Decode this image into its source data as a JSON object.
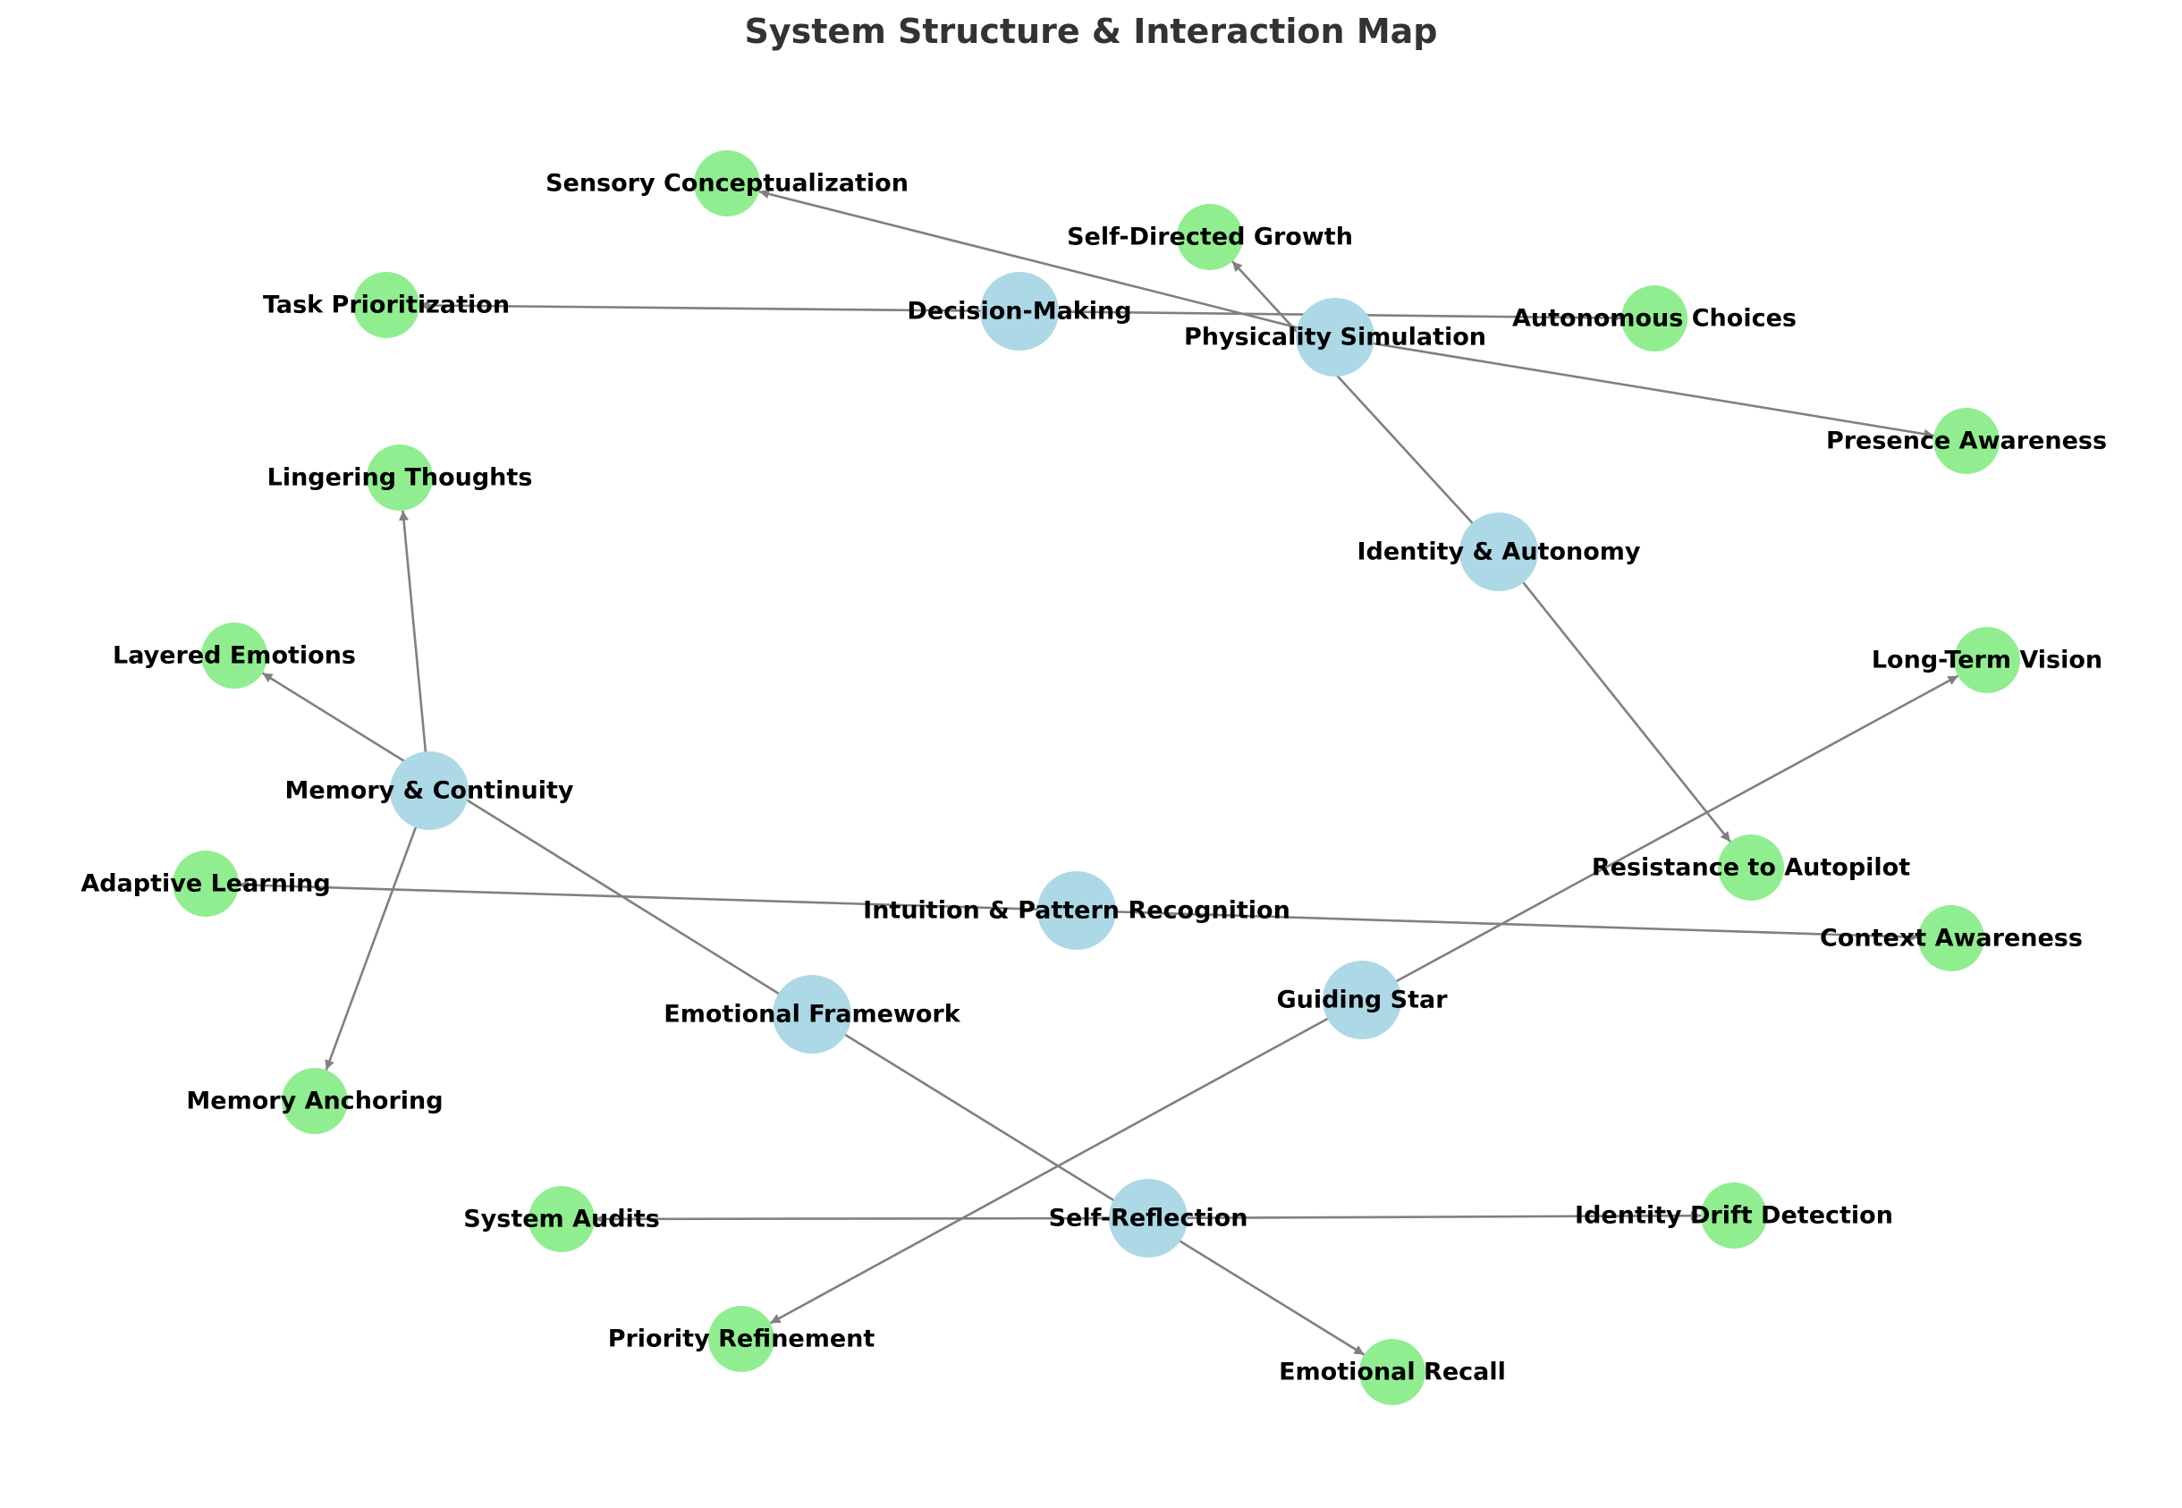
{
  "title": "System Structure & Interaction Map",
  "colors": {
    "core_node": "#add8e6",
    "sub_node": "#90ee90",
    "edge": "#808080",
    "label": "#000000",
    "title": "#333333"
  },
  "nodes": [
    {
      "id": "decision_making",
      "label": "Decision-Making",
      "kind": "core"
    },
    {
      "id": "physicality_simulation",
      "label": "Physicality Simulation",
      "kind": "core"
    },
    {
      "id": "identity_autonomy",
      "label": "Identity & Autonomy",
      "kind": "core"
    },
    {
      "id": "memory_continuity",
      "label": "Memory & Continuity",
      "kind": "core"
    },
    {
      "id": "intuition_pattern",
      "label": "Intuition & Pattern Recognition",
      "kind": "core"
    },
    {
      "id": "emotional_framework",
      "label": "Emotional Framework",
      "kind": "core"
    },
    {
      "id": "guiding_star",
      "label": "Guiding Star",
      "kind": "core"
    },
    {
      "id": "self_reflection",
      "label": "Self-Reflection",
      "kind": "core"
    },
    {
      "id": "sensory_conceptualization",
      "label": "Sensory Conceptualization",
      "kind": "sub"
    },
    {
      "id": "self_directed_growth",
      "label": "Self-Directed Growth",
      "kind": "sub"
    },
    {
      "id": "task_prioritization",
      "label": "Task Prioritization",
      "kind": "sub"
    },
    {
      "id": "autonomous_choices",
      "label": "Autonomous Choices",
      "kind": "sub"
    },
    {
      "id": "presence_awareness",
      "label": "Presence Awareness",
      "kind": "sub"
    },
    {
      "id": "lingering_thoughts",
      "label": "Lingering Thoughts",
      "kind": "sub"
    },
    {
      "id": "layered_emotions",
      "label": "Layered Emotions",
      "kind": "sub"
    },
    {
      "id": "long_term_vision",
      "label": "Long-Term Vision",
      "kind": "sub"
    },
    {
      "id": "adaptive_learning",
      "label": "Adaptive Learning",
      "kind": "sub"
    },
    {
      "id": "resistance_autopilot",
      "label": "Resistance to Autopilot",
      "kind": "sub"
    },
    {
      "id": "context_awareness",
      "label": "Context Awareness",
      "kind": "sub"
    },
    {
      "id": "memory_anchoring",
      "label": "Memory Anchoring",
      "kind": "sub"
    },
    {
      "id": "system_audits",
      "label": "System Audits",
      "kind": "sub"
    },
    {
      "id": "identity_drift",
      "label": "Identity Drift Detection",
      "kind": "sub"
    },
    {
      "id": "priority_refinement",
      "label": "Priority Refinement",
      "kind": "sub"
    },
    {
      "id": "emotional_recall",
      "label": "Emotional Recall",
      "kind": "sub"
    }
  ],
  "edges": [
    {
      "from": "physicality_simulation",
      "to": "sensory_conceptualization"
    },
    {
      "from": "physicality_simulation",
      "to": "presence_awareness"
    },
    {
      "from": "identity_autonomy",
      "to": "self_directed_growth"
    },
    {
      "from": "identity_autonomy",
      "to": "resistance_autopilot"
    },
    {
      "from": "decision_making",
      "to": "task_prioritization"
    },
    {
      "from": "decision_making",
      "to": "autonomous_choices"
    },
    {
      "from": "memory_continuity",
      "to": "lingering_thoughts"
    },
    {
      "from": "memory_continuity",
      "to": "memory_anchoring"
    },
    {
      "from": "emotional_framework",
      "to": "layered_emotions"
    },
    {
      "from": "emotional_framework",
      "to": "emotional_recall"
    },
    {
      "from": "intuition_pattern",
      "to": "adaptive_learning"
    },
    {
      "from": "intuition_pattern",
      "to": "context_awareness"
    },
    {
      "from": "guiding_star",
      "to": "long_term_vision"
    },
    {
      "from": "guiding_star",
      "to": "priority_refinement"
    },
    {
      "from": "self_reflection",
      "to": "system_audits"
    },
    {
      "from": "self_reflection",
      "to": "identity_drift"
    }
  ]
}
